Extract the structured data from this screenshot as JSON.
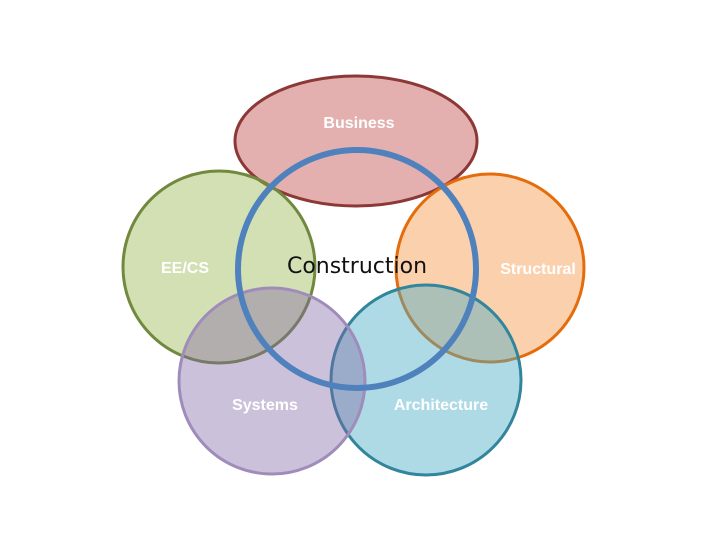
{
  "diagram": {
    "center": {
      "label": "Construction",
      "stroke_color": "#4f81bd"
    },
    "nodes": [
      {
        "id": "business",
        "label": "Business",
        "fill": "#c0504d",
        "stroke": "#8c3836"
      },
      {
        "id": "eecs",
        "label": "EE/CS",
        "fill": "#9bbb59",
        "stroke": "#71893f"
      },
      {
        "id": "structural",
        "label": "Structural",
        "fill": "#f79646",
        "stroke": "#e46c0a"
      },
      {
        "id": "systems",
        "label": "Systems",
        "fill": "#8064a2",
        "stroke": "#a08cbb"
      },
      {
        "id": "architecture",
        "label": "Architecture",
        "fill": "#4bacc6",
        "stroke": "#31859c"
      }
    ]
  }
}
